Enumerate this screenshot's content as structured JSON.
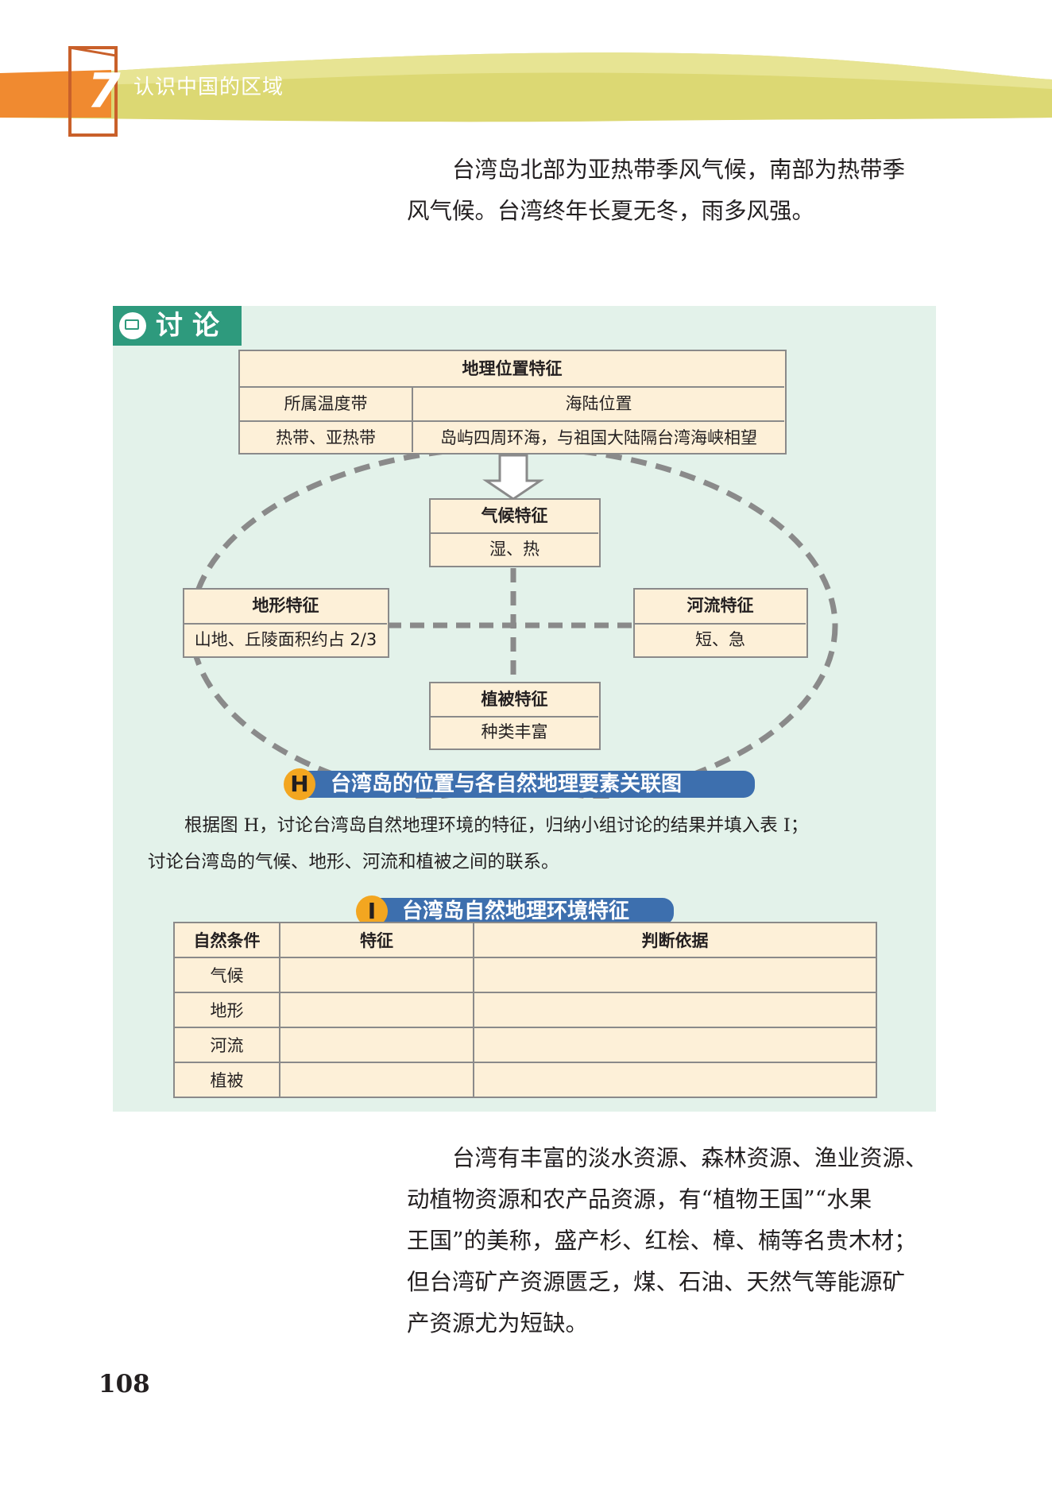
{
  "header": {
    "chapter_number": "7",
    "chapter_title": "认识中国的区域"
  },
  "para1": {
    "lines": [
      "台湾岛北部为亚热带季风气候，南部为热带季",
      "风气候。台湾终年长夏无冬，雨多风强。"
    ]
  },
  "discussion": {
    "label": "讨论",
    "geo_position": {
      "title": "地理位置特征",
      "col1_header": "所属温度带",
      "col2_header": "海陆位置",
      "col1_value": "热带、亚热带",
      "col2_value": "岛屿四周环海，与祖国大陆隔台湾海峡相望"
    },
    "climate": {
      "title": "气候特征",
      "value": "湿、热"
    },
    "terrain": {
      "title": "地形特征",
      "value": "山地、丘陵面积约占 2/3"
    },
    "river": {
      "title": "河流特征",
      "value": "短、急"
    },
    "vegetation": {
      "title": "植被特征",
      "value": "种类丰富"
    },
    "figure_caption": {
      "letter": "H",
      "text": "台湾岛的位置与各自然地理要素关联图"
    },
    "instruction_lines": [
      "根据图 H，讨论台湾岛自然地理环境的特征，归纳小组讨论的结果并填入表 I；",
      "讨论台湾岛的气候、地形、河流和植被之间的联系。"
    ],
    "table_caption": {
      "letter": "I",
      "text": "台湾岛自然地理环境特征"
    },
    "table": {
      "headers": [
        "自然条件",
        "特征",
        "判断依据"
      ],
      "rows": [
        "气候",
        "地形",
        "河流",
        "植被"
      ]
    }
  },
  "para2": {
    "lines": [
      "台湾有丰富的淡水资源、森林资源、渔业资源、",
      "动植物资源和农产品资源，有“植物王国”“水果",
      "王国”的美称，盛产杉、红桧、樟、楠等名贵木材；",
      "但台湾矿产资源匮乏，煤、石油、天然气等能源矿",
      "产资源尤为短缺。"
    ]
  },
  "page_number": "108",
  "colors": {
    "header_orange": "#f08a30",
    "header_band": "#dcd873",
    "discussion_bg": "#e3f2ea",
    "tag_green": "#2e9a7d",
    "caption_blue": "#3d6fae",
    "caption_circle": "#f3a620",
    "box_fill": "#fdf0d8"
  }
}
